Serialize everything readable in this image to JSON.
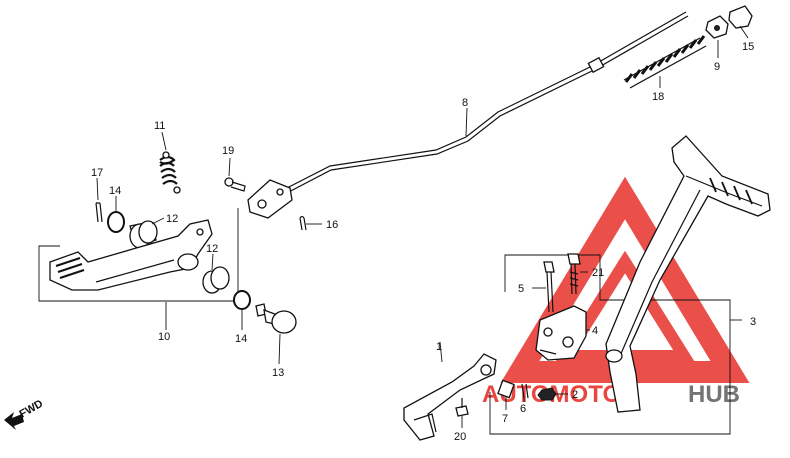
{
  "diagram": {
    "colors": {
      "line": "#111111",
      "background": "#ffffff",
      "watermark_red": "#e8312b",
      "watermark_gray": "#6d6d6d"
    },
    "fwd_label": "FWD",
    "callouts": [
      {
        "id": "c1",
        "label": "1"
      },
      {
        "id": "c2",
        "label": "2"
      },
      {
        "id": "c3",
        "label": "3"
      },
      {
        "id": "c4",
        "label": "4"
      },
      {
        "id": "c5",
        "label": "5"
      },
      {
        "id": "c6",
        "label": "6"
      },
      {
        "id": "c7",
        "label": "7"
      },
      {
        "id": "c8",
        "label": "8"
      },
      {
        "id": "c9",
        "label": "9"
      },
      {
        "id": "c10",
        "label": "10"
      },
      {
        "id": "c11",
        "label": "11"
      },
      {
        "id": "c12a",
        "label": "12"
      },
      {
        "id": "c12b",
        "label": "12"
      },
      {
        "id": "c13",
        "label": "13"
      },
      {
        "id": "c14a",
        "label": "14"
      },
      {
        "id": "c14b",
        "label": "14"
      },
      {
        "id": "c15",
        "label": "15"
      },
      {
        "id": "c16",
        "label": "16"
      },
      {
        "id": "c17",
        "label": "17"
      },
      {
        "id": "c18",
        "label": "18"
      },
      {
        "id": "c19",
        "label": "19"
      },
      {
        "id": "c20",
        "label": "20"
      },
      {
        "id": "c21",
        "label": "21"
      }
    ],
    "watermark": {
      "part1": "AUTOMOTO",
      "part2": "HUB",
      "icon": "triangle-logo-icon"
    }
  }
}
